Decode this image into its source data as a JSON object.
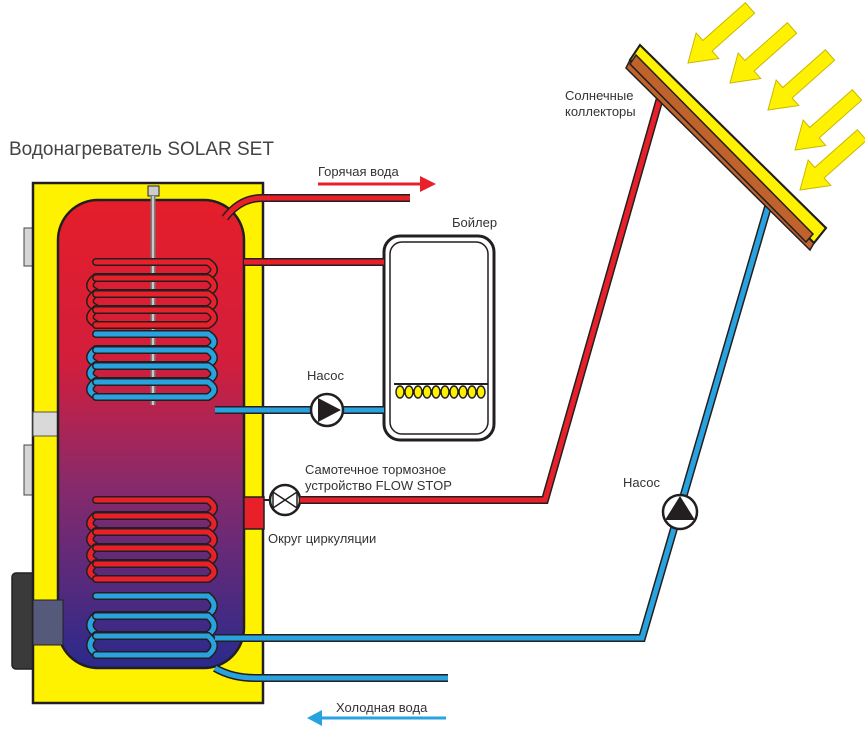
{
  "title": "Водонагреватель SOLAR SET",
  "labels": {
    "hot_water": "Горячая вода",
    "cold_water": "Холодная вода",
    "boiler": "Бойлер",
    "pump_left": "Насос",
    "pump_right": "Насос",
    "solar_collectors_line1": "Солнечные",
    "solar_collectors_line2": "коллекторы",
    "flow_stop_line1": "Самотечное тормозное",
    "flow_stop_line2": "устройство FLOW STOP",
    "circulation": "Округ циркуляции"
  },
  "colors": {
    "hot": "#e8202a",
    "cold": "#29a3e0",
    "casing": "#fff200",
    "collector_frame": "#c0622b",
    "sun_rays": "#fff200",
    "tank_top": "#e51e2a",
    "tank_bottom": "#2a2a8c",
    "outline": "#231f20"
  },
  "icons": [
    "pump-icon",
    "pump-icon",
    "flow-stop-valve-icon",
    "burner-icon",
    "sun-ray-arrow-icon"
  ]
}
